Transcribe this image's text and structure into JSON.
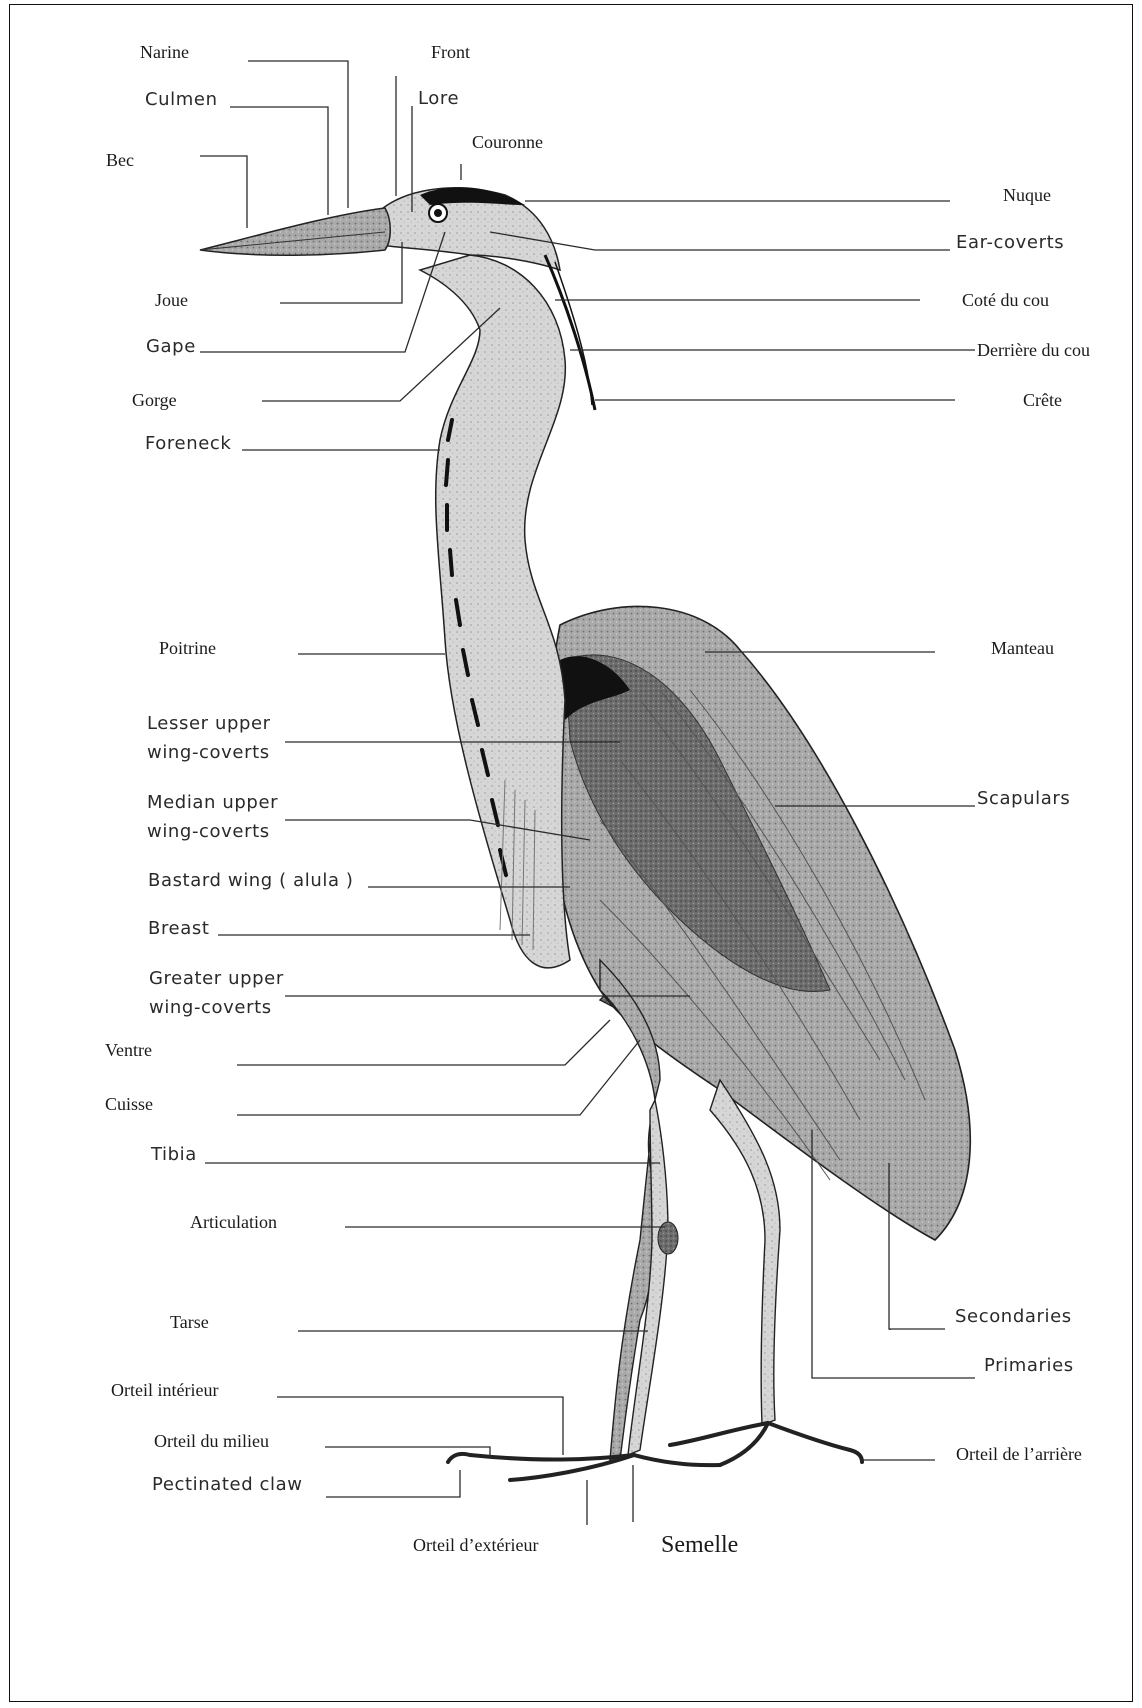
{
  "labels": {
    "narine": "Narine",
    "front": "Front",
    "culmen": "Culmen",
    "lore": "Lore",
    "couronne": "Couronne",
    "bec": "Bec",
    "nuque": "Nuque",
    "ear_coverts": "Ear-coverts",
    "joue": "Joue",
    "cote_du_cou": "Coté du cou",
    "gape": "Gape",
    "derriere_du_cou": "Derrière  du cou",
    "gorge": "Gorge",
    "crete": "Crête",
    "foreneck": "Foreneck",
    "poitrine": "Poitrine",
    "manteau": "Manteau",
    "lesser_upper_1": "Lesser upper",
    "lesser_upper_2": "wing-coverts",
    "median_upper_1": "Median upper",
    "median_upper_2": "wing-coverts",
    "scapulars": "Scapulars",
    "bastard_wing": "Bastard wing ( alula )",
    "breast": "Breast",
    "greater_upper_1": "Greater upper",
    "greater_upper_2": "wing-coverts",
    "ventre": "Ventre",
    "cuisse": "Cuisse",
    "tibia": "Tibia",
    "articulation": "Articulation",
    "tarse": "Tarse",
    "secondaries": "Secondaries",
    "primaries": "Primaries",
    "orteil_interieur": "Orteil intérieur",
    "orteil_du_milieu": "Orteil du milieu",
    "orteil_arriere": "Orteil de l’arrière",
    "pectinated_claw": "Pectinated claw",
    "orteil_exterieur": "Orteil d’extérieur",
    "semelle": "Semelle"
  },
  "colors": {
    "line": "#2b2b2b",
    "body_gray": "#9a9a9a",
    "wing_gray": "#8a8a8a",
    "dark": "#1a1a1a",
    "light": "#e6e6e6"
  }
}
